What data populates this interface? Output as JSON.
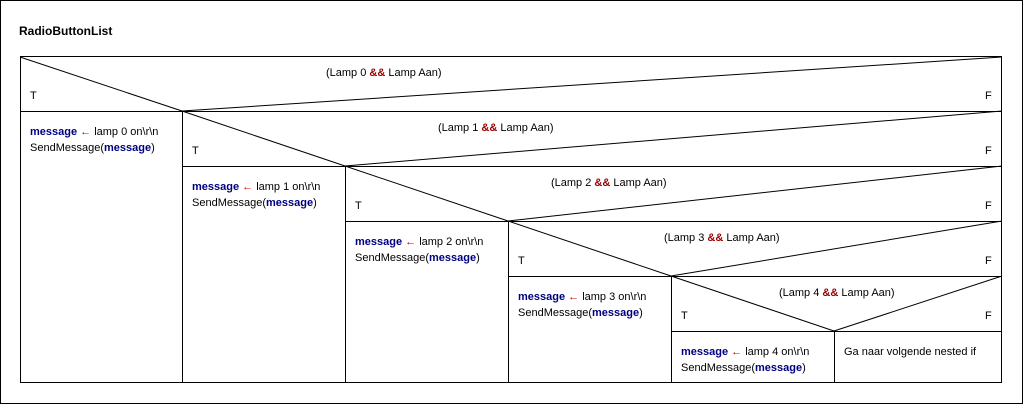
{
  "diagram": {
    "title": "RadioButtonList",
    "true_label": "T",
    "false_label": "F",
    "conditions": [
      {
        "left": "(Lamp 0 ",
        "op": "&&",
        "right": " Lamp Aan)"
      },
      {
        "left": "(Lamp 1 ",
        "op": "&&",
        "right": " Lamp Aan)"
      },
      {
        "left": "(Lamp 2 ",
        "op": "&&",
        "right": " Lamp Aan)"
      },
      {
        "left": "(Lamp 3 ",
        "op": "&&",
        "right": " Lamp Aan)"
      },
      {
        "left": "(Lamp 4 ",
        "op": "&&",
        "right": " Lamp Aan)"
      }
    ],
    "actions": [
      {
        "var": "message",
        "arrow": "←",
        "value": " lamp 0 on\\r\\n",
        "call": "SendMessage(",
        "arg": "message",
        "close": ")"
      },
      {
        "var": "message",
        "arrow": "←",
        "value": " lamp 1 on\\r\\n",
        "call": "SendMessage(",
        "arg": "message",
        "close": ")"
      },
      {
        "var": "message",
        "arrow": "←",
        "value": " lamp 2 on\\r\\n",
        "call": "SendMessage(",
        "arg": "message",
        "close": ")"
      },
      {
        "var": "message",
        "arrow": "←",
        "value": " lamp 3 on\\r\\n",
        "call": "SendMessage(",
        "arg": "message",
        "close": ")"
      },
      {
        "var": "message",
        "arrow": "←",
        "value": " lamp 4 on\\r\\n",
        "call": "SendMessage(",
        "arg": "message",
        "close": ")"
      }
    ],
    "else_text": "Ga naar volgende nested if"
  }
}
